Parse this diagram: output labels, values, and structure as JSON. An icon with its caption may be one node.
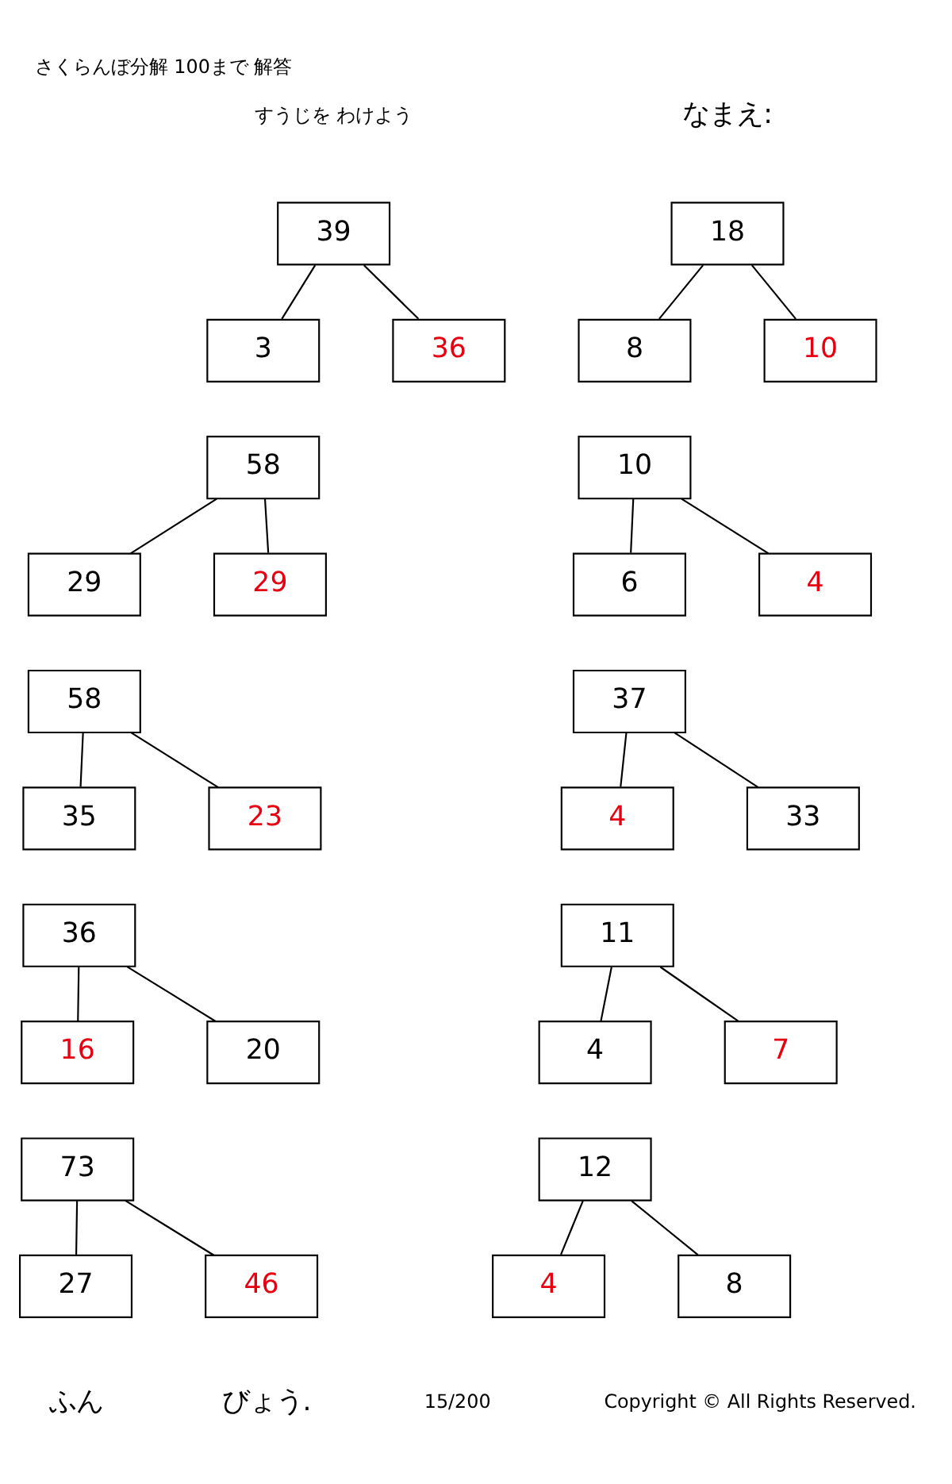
{
  "diagram": {
    "title": "さくらんぼ分解 100まで 解答",
    "nodes": [
      {
        "text": [
          "39"
        ]
      },
      {
        "text": [
          "3"
        ]
      },
      {
        "text": [
          "36"
        ]
      },
      {
        "text": [
          "18"
        ]
      },
      {
        "text": [
          "8"
        ]
      },
      {
        "text": [
          "10"
        ]
      },
      {
        "text": [
          "58"
        ]
      },
      {
        "text": [
          "29"
        ]
      },
      {
        "text": [
          "29"
        ]
      },
      {
        "text": [
          "10"
        ]
      },
      {
        "text": [
          "6"
        ]
      },
      {
        "text": [
          "4"
        ]
      },
      {
        "text": [
          "58"
        ]
      },
      {
        "text": [
          "35"
        ]
      },
      {
        "text": [
          "23"
        ]
      },
      {
        "text": [
          "37"
        ]
      },
      {
        "text": [
          "4"
        ]
      },
      {
        "text": [
          "33"
        ]
      },
      {
        "text": [
          "36"
        ]
      },
      {
        "text": [
          "16"
        ]
      },
      {
        "text": [
          "20"
        ]
      },
      {
        "text": [
          "11"
        ]
      },
      {
        "text": [
          "4"
        ]
      },
      {
        "text": [
          "7"
        ]
      },
      {
        "text": [
          "73"
        ]
      },
      {
        "text": [
          "27"
        ]
      },
      {
        "text": [
          "46"
        ]
      },
      {
        "text": [
          "12"
        ]
      },
      {
        "text": [
          "8"
        ]
      },
      {
        "text": [
          "4"
        ]
      }
    ],
    "edges": [
      {
        "from": 0,
        "to": 1,
        "arrow": "none"
      },
      {
        "from": 0,
        "to": 2,
        "arrow": "none"
      },
      {
        "from": 3,
        "to": 4,
        "arrow": "none"
      },
      {
        "from": 3,
        "to": 5,
        "arrow": "none"
      },
      {
        "from": 6,
        "to": 7,
        "arrow": "none"
      },
      {
        "from": 6,
        "to": 8,
        "arrow": "none"
      },
      {
        "from": 9,
        "to": 10,
        "arrow": "none"
      },
      {
        "from": 9,
        "to": 11,
        "arrow": "none"
      },
      {
        "from": 12,
        "to": 13,
        "arrow": "none"
      },
      {
        "from": 12,
        "to": 14,
        "arrow": "none"
      },
      {
        "from": 15,
        "to": 16,
        "arrow": "none"
      },
      {
        "from": 15,
        "to": 17,
        "arrow": "none"
      },
      {
        "from": 18,
        "to": 19,
        "arrow": "none"
      },
      {
        "from": 18,
        "to": 20,
        "arrow": "none"
      },
      {
        "from": 21,
        "to": 22,
        "arrow": "none"
      },
      {
        "from": 21,
        "to": 23,
        "arrow": "none"
      },
      {
        "from": 24,
        "to": 25,
        "arrow": "none"
      },
      {
        "from": 24,
        "to": 26,
        "arrow": "none"
      },
      {
        "from": 27,
        "to": 28,
        "arrow": "none"
      },
      {
        "from": 27,
        "to": 29,
        "arrow": "none"
      }
    ],
    "labels": [
      "すうじを わけよう",
      "なまえ:",
      "ふん",
      "びょう.",
      "15/200",
      "Copyright © All Rights Reserved."
    ]
  }
}
